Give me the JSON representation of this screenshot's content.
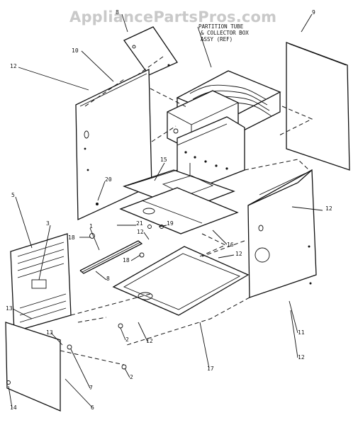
{
  "watermark": "AppliancePartsPros.com",
  "note": {
    "line1": "PARTITION TUBE",
    "line2": "& COLLECTOR BOX",
    "line3": "ASSY (REF)"
  },
  "callouts": {
    "c8": "8",
    "c9": "9",
    "c10": "10",
    "c12a": "12",
    "c15": "15",
    "c20": "20",
    "c12b": "12",
    "c5": "5",
    "c3": "3",
    "c1": "1",
    "c21": "21",
    "c12c": "12",
    "c19": "19",
    "c18a": "18",
    "c16": "16",
    "c12d": "12",
    "c18b": "18",
    "c8b": "8",
    "c13a": "13",
    "c13b": "13",
    "c2a": "2",
    "c12e": "12",
    "c11": "11",
    "c12f": "12",
    "c7": "7",
    "c2b": "2",
    "c17": "17",
    "c14": "14",
    "c6": "6"
  }
}
